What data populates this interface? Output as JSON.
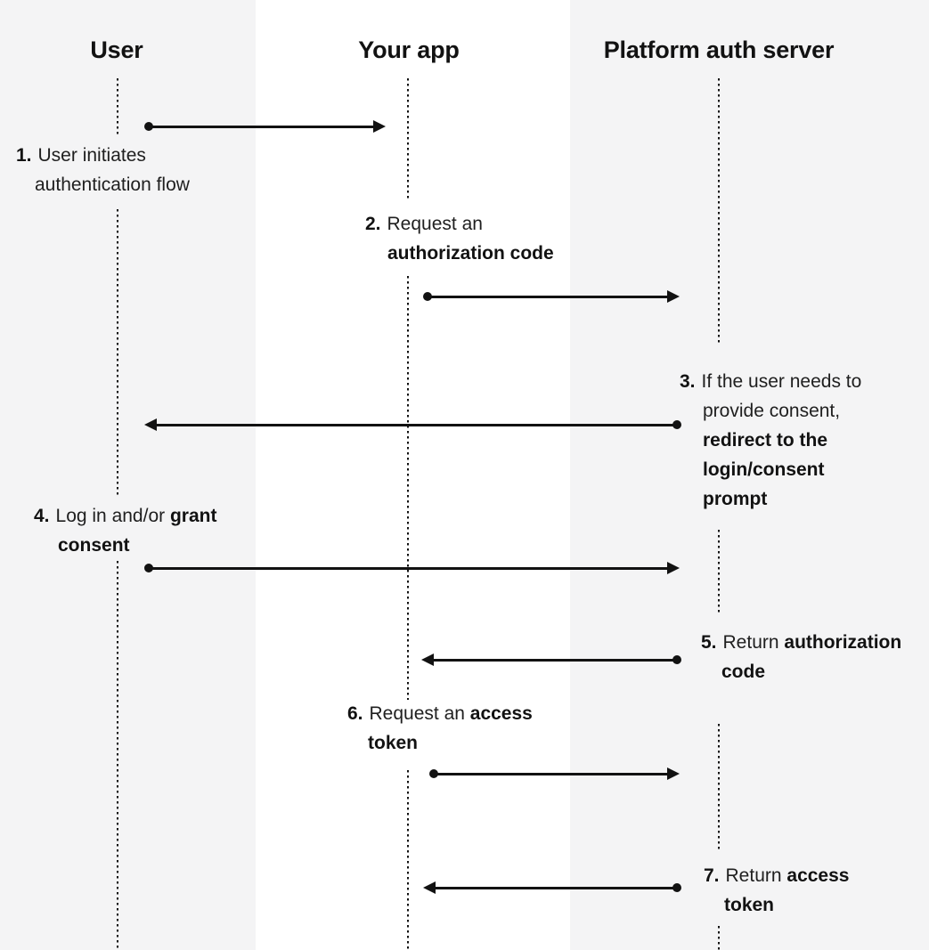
{
  "diagram": {
    "participants": [
      {
        "id": "user",
        "name": "User"
      },
      {
        "id": "app",
        "name": "Your app"
      },
      {
        "id": "platform",
        "name": "Platform auth server"
      }
    ],
    "steps": [
      {
        "number": "1.",
        "from": "user",
        "to": "app",
        "label_lines": [
          [
            {
              "text": "User initiates",
              "bold": false
            }
          ],
          [
            {
              "text": "authentication flow",
              "bold": false
            }
          ]
        ]
      },
      {
        "number": "2.",
        "from": "app",
        "to": "platform",
        "label_lines": [
          [
            {
              "text": "Request an",
              "bold": false
            }
          ],
          [
            {
              "text": "authorization code",
              "bold": true
            }
          ]
        ]
      },
      {
        "number": "3.",
        "from": "platform",
        "to": "user",
        "label_lines": [
          [
            {
              "text": "If the user needs to",
              "bold": false
            }
          ],
          [
            {
              "text": "provide consent,",
              "bold": false
            }
          ],
          [
            {
              "text": "redirect to the",
              "bold": true
            }
          ],
          [
            {
              "text": "login/consent",
              "bold": true
            }
          ],
          [
            {
              "text": "prompt",
              "bold": true
            }
          ]
        ]
      },
      {
        "number": "4.",
        "from": "user",
        "to": "platform",
        "label_lines": [
          [
            {
              "text": "Log in and/or ",
              "bold": false
            },
            {
              "text": "grant",
              "bold": true
            }
          ],
          [
            {
              "text": "consent",
              "bold": true
            }
          ]
        ]
      },
      {
        "number": "5.",
        "from": "platform",
        "to": "app",
        "label_lines": [
          [
            {
              "text": "Return ",
              "bold": false
            },
            {
              "text": "authorization",
              "bold": true
            }
          ],
          [
            {
              "text": "code",
              "bold": true
            }
          ]
        ]
      },
      {
        "number": "6.",
        "from": "app",
        "to": "platform",
        "label_lines": [
          [
            {
              "text": "Request an ",
              "bold": false
            },
            {
              "text": "access",
              "bold": true
            }
          ],
          [
            {
              "text": "token",
              "bold": true
            }
          ]
        ]
      },
      {
        "number": "7.",
        "from": "platform",
        "to": "app",
        "label_lines": [
          [
            {
              "text": "Return ",
              "bold": false
            },
            {
              "text": "access",
              "bold": true
            }
          ],
          [
            {
              "text": "token",
              "bold": true
            }
          ]
        ]
      }
    ],
    "colors": {
      "column_shade": "#f4f4f5",
      "column_white": "#ffffff",
      "ink": "#121212",
      "text": "#1f1f1f"
    }
  }
}
